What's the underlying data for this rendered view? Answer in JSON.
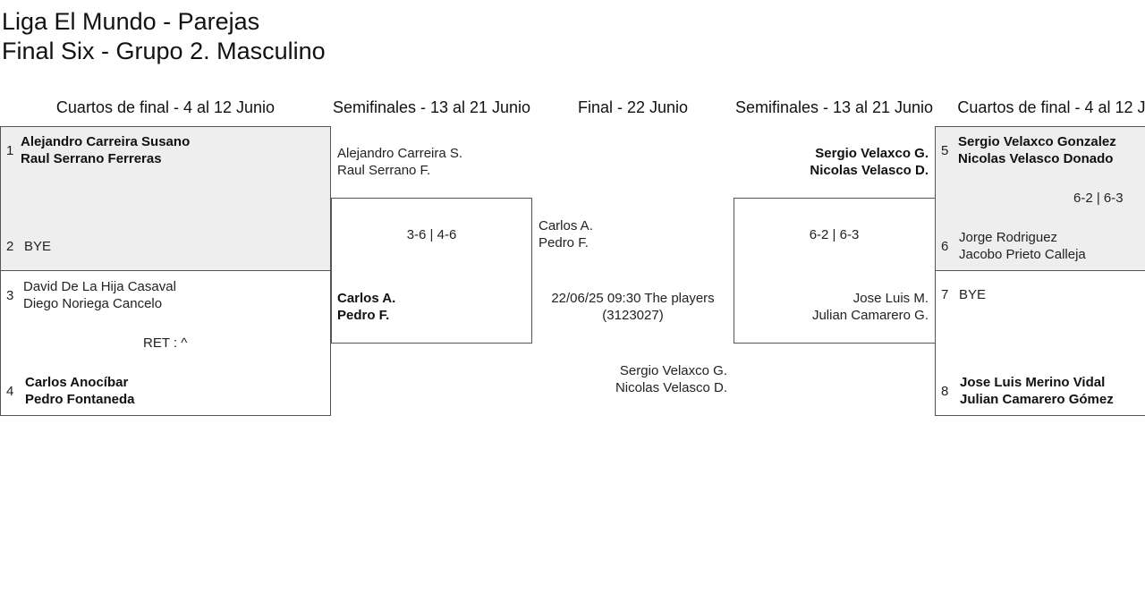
{
  "header": {
    "title_line1": "Liga El Mundo - Parejas",
    "title_line2": "Final Six - Grupo 2. Masculino"
  },
  "columns": {
    "left_quarters": "Cuartos de final - 4 al 12 Junio",
    "left_semis": "Semifinales - 13 al 21 Junio",
    "final": "Final - 22 Junio",
    "right_semis": "Semifinales - 13 al 21 Junio",
    "right_quarters": "Cuartos de final - 4 al 12 Junio"
  },
  "left_quarters": {
    "match1": {
      "seed_a": "1",
      "team_a": [
        "Alejandro Carreira Susano",
        "Raul Serrano Ferreras"
      ],
      "seed_b": "2",
      "team_b": [
        "BYE"
      ]
    },
    "match2": {
      "seed_a": "3",
      "team_a": [
        "David De La Hija Casaval",
        "Diego Noriega Cancelo"
      ],
      "score": "RET : ^",
      "seed_b": "4",
      "team_b": [
        "Carlos Anocíbar",
        "Pedro Fontaneda"
      ]
    }
  },
  "left_semis": {
    "team_a": [
      "Alejandro Carreira S.",
      "Raul Serrano F."
    ],
    "score": "3-6 | 4-6",
    "team_b": [
      "Carlos A.",
      "Pedro F."
    ]
  },
  "final": {
    "team_a": [
      "Carlos A.",
      "Pedro F."
    ],
    "info": [
      "22/06/25 09:30 The players",
      "(3123027)"
    ],
    "team_b": [
      "Sergio Velaxco G.",
      "Nicolas Velasco D."
    ]
  },
  "right_semis": {
    "team_a": [
      "Sergio Velaxco G.",
      "Nicolas Velasco D."
    ],
    "score": "6-2 | 6-3",
    "team_b": [
      "Jose Luis M.",
      "Julian Camarero G."
    ]
  },
  "right_quarters": {
    "match1": {
      "seed_a": "5",
      "team_a": [
        "Sergio Velaxco Gonzalez",
        "Nicolas Velasco Donado"
      ],
      "score": "6-2 | 6-3",
      "seed_b": "6",
      "team_b": [
        "Jorge Rodriguez",
        "Jacobo Prieto Calleja"
      ]
    },
    "match2": {
      "seed_a": "7",
      "team_a": [
        "BYE"
      ],
      "seed_b": "8",
      "team_b": [
        "Jose Luis Merino Vidal",
        "Julian Camarero Gómez"
      ]
    }
  }
}
